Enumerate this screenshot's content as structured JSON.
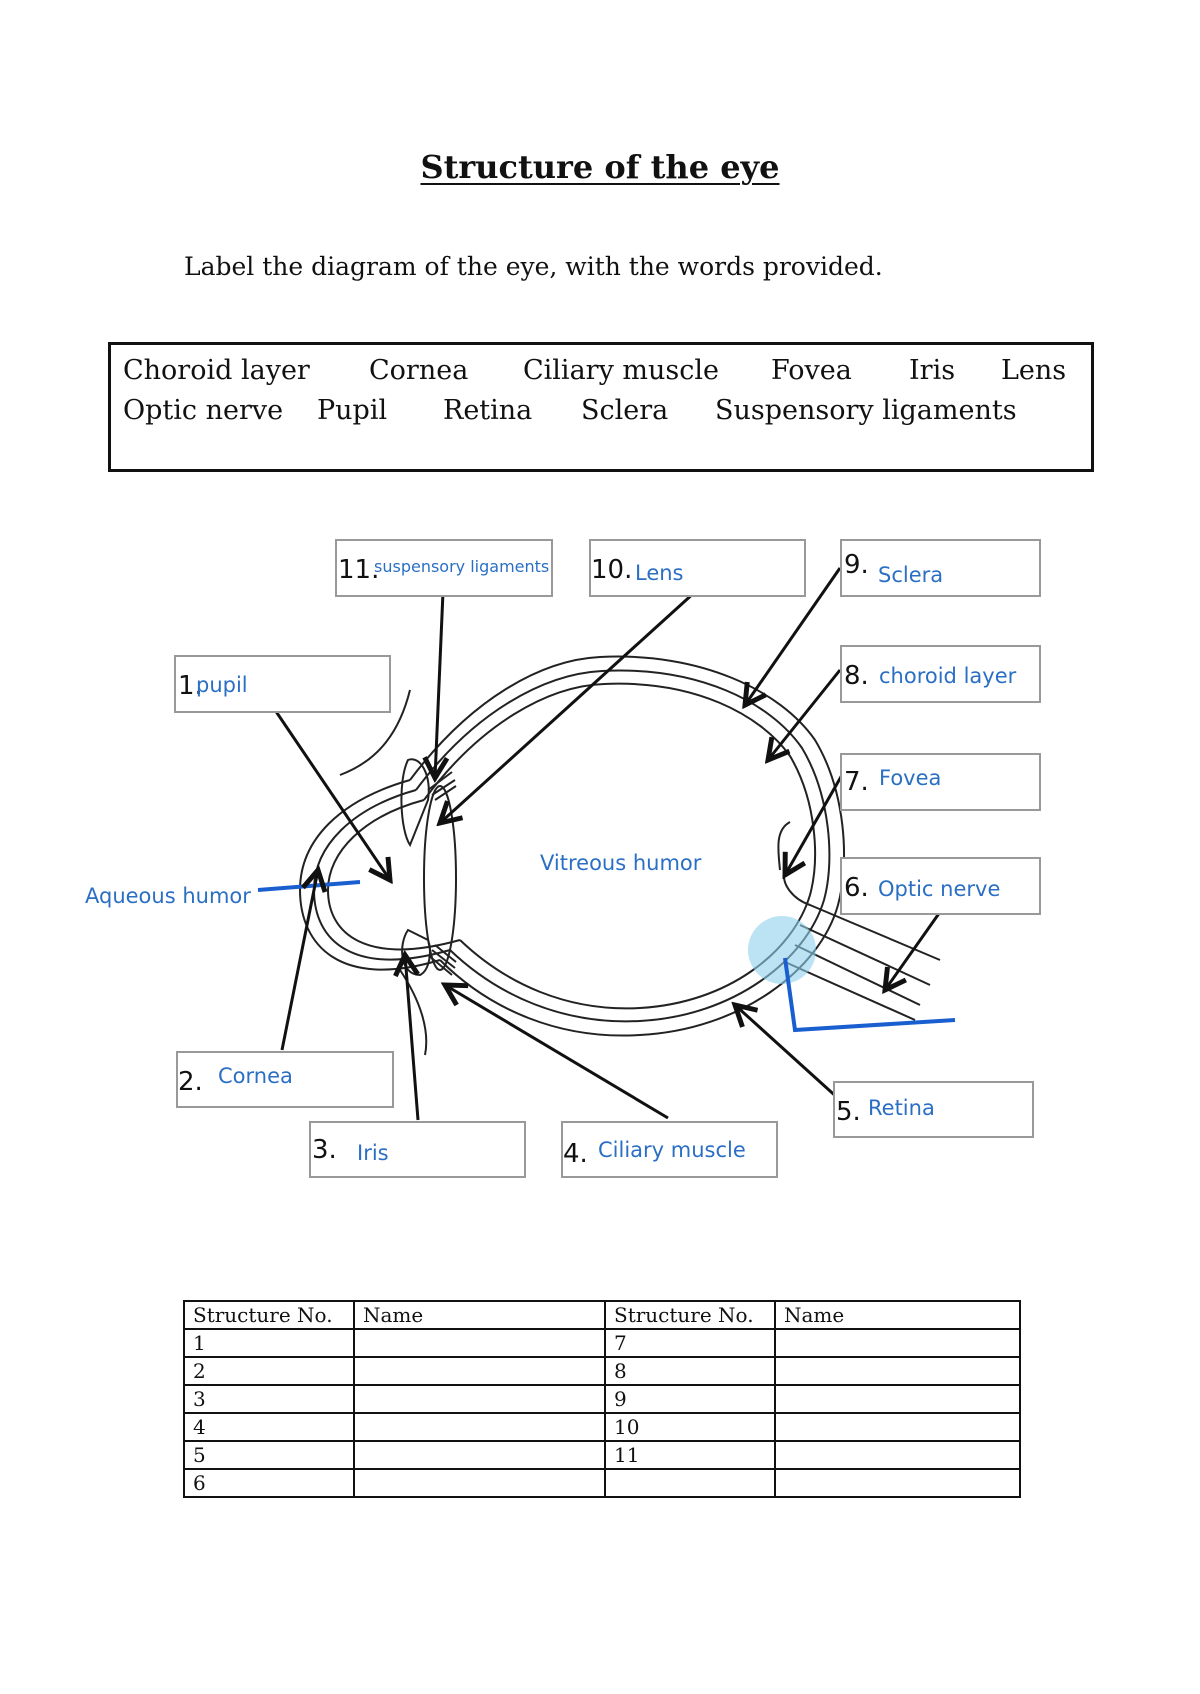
{
  "title": "Structure of the eye",
  "instruction": "Label the diagram of the eye, with the words provided.",
  "word_bank": [
    "Choroid layer",
    "Cornea",
    "Ciliary muscle",
    "Fovea",
    "Iris",
    "Lens",
    "Optic nerve",
    "Pupil",
    "Retina",
    "Sclera",
    "Suspensory ligaments"
  ],
  "labels": [
    {
      "num": "1.",
      "text": "pupil"
    },
    {
      "num": "2.",
      "text": "Cornea"
    },
    {
      "num": "3.",
      "text": "Iris"
    },
    {
      "num": "4.",
      "text": "Ciliary muscle"
    },
    {
      "num": "5.",
      "text": "Retina"
    },
    {
      "num": "6.",
      "text": "Optic nerve"
    },
    {
      "num": "7.",
      "text": "Fovea"
    },
    {
      "num": "8.",
      "text": "choroid layer"
    },
    {
      "num": "9.",
      "text": "Sclera"
    },
    {
      "num": "10.",
      "text": "Lens"
    },
    {
      "num": "11.",
      "text": "suspensory ligaments"
    }
  ],
  "annotations": {
    "aqueous": "Aqueous humor",
    "vitreous": "Vitreous humor"
  },
  "annotation_color": "#2a6fc4",
  "table": {
    "headers": [
      "Structure No.",
      "Name",
      "Structure No.",
      "Name"
    ],
    "rows": [
      [
        "1",
        "",
        "7",
        ""
      ],
      [
        "2",
        "",
        "8",
        ""
      ],
      [
        "3",
        "",
        "9",
        ""
      ],
      [
        "4",
        "",
        "10",
        ""
      ],
      [
        "5",
        "",
        "11",
        ""
      ],
      [
        "6",
        "",
        "",
        ""
      ]
    ]
  }
}
